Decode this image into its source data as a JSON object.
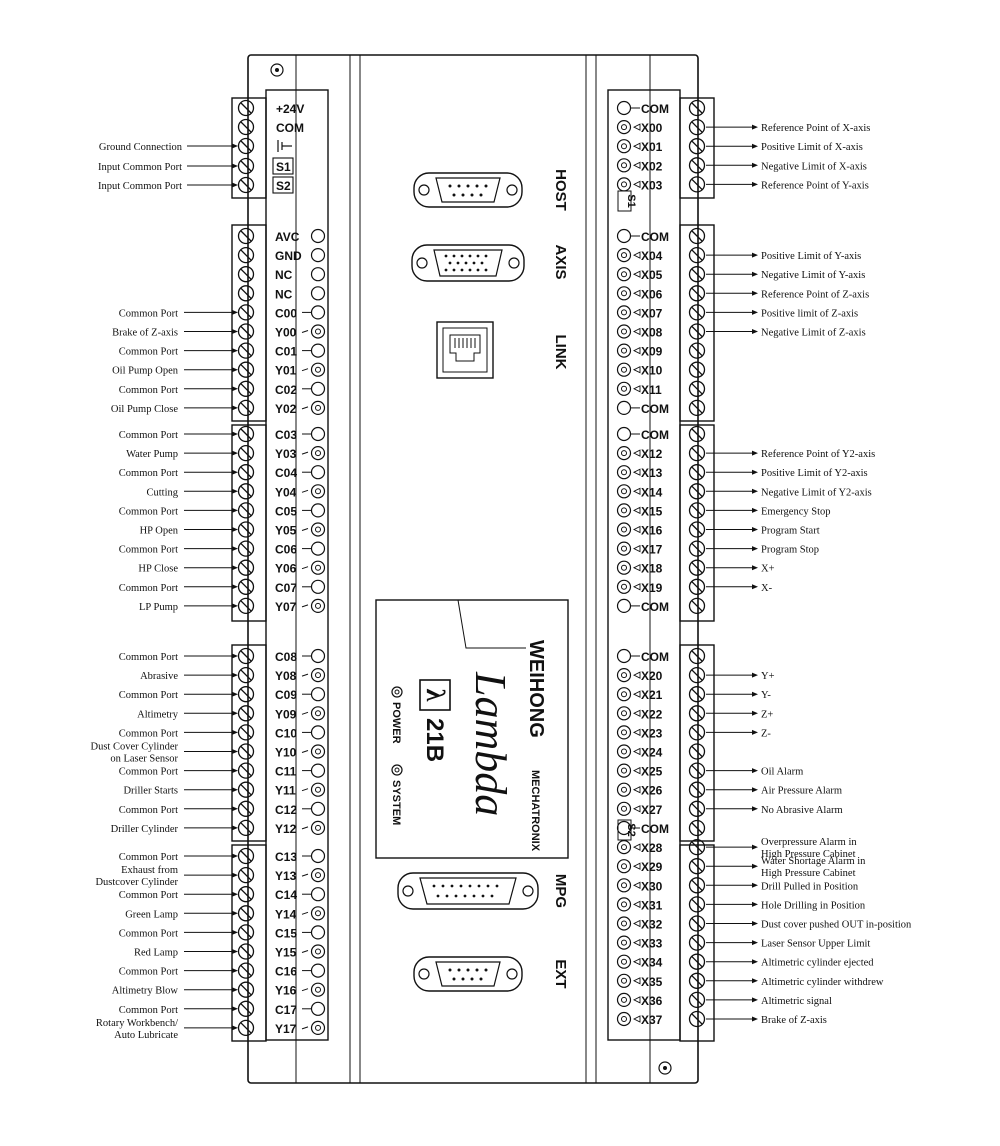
{
  "device": {
    "brand": "WEIHONG",
    "product": "Lambda",
    "lambda_symbol": "λ",
    "model": "21B",
    "maker": "MECHATRONIX",
    "power_led": "POWER",
    "system_led": "SYSTEM"
  },
  "connectors": {
    "host": "HOST",
    "axis": "AXIS",
    "link": "LINK",
    "mpg": "MPG",
    "ext": "EXT"
  },
  "left_top": {
    "terminals": [
      "+24V",
      "COM",
      "",
      "S1",
      "S2"
    ],
    "labels": [
      "",
      "",
      "Ground Connection",
      "Input Common Port",
      "Input Common Port"
    ]
  },
  "left_pins": [
    {
      "pin": "AVC",
      "label": ""
    },
    {
      "pin": "GND",
      "label": ""
    },
    {
      "pin": "NC",
      "label": ""
    },
    {
      "pin": "NC",
      "label": ""
    },
    {
      "pin": "C00",
      "label": "Common Port"
    },
    {
      "pin": "Y00",
      "label": "Brake of Z-axis"
    },
    {
      "pin": "C01",
      "label": "Common Port"
    },
    {
      "pin": "Y01",
      "label": "Oil Pump Open"
    },
    {
      "pin": "C02",
      "label": "Common Port"
    },
    {
      "pin": "Y02",
      "label": "Oil Pump Close"
    },
    {
      "pin": "C03",
      "label": "Common Port"
    },
    {
      "pin": "Y03",
      "label": "Water Pump"
    },
    {
      "pin": "C04",
      "label": "Common Port"
    },
    {
      "pin": "Y04",
      "label": "Cutting"
    },
    {
      "pin": "C05",
      "label": "Common Port"
    },
    {
      "pin": "Y05",
      "label": "HP Open"
    },
    {
      "pin": "C06",
      "label": "Common Port"
    },
    {
      "pin": "Y06",
      "label": "HP Close"
    },
    {
      "pin": "C07",
      "label": "Common Port"
    },
    {
      "pin": "Y07",
      "label": "LP Pump"
    },
    {
      "pin": "C08",
      "label": "Common Port"
    },
    {
      "pin": "Y08",
      "label": "Abrasive"
    },
    {
      "pin": "C09",
      "label": "Common Port"
    },
    {
      "pin": "Y09",
      "label": "Altimetry"
    },
    {
      "pin": "C10",
      "label": "Common Port"
    },
    {
      "pin": "Y10",
      "label": "Dust Cover Cylinder\non Laser Sensor"
    },
    {
      "pin": "C11",
      "label": "Common Port"
    },
    {
      "pin": "Y11",
      "label": "Driller Starts"
    },
    {
      "pin": "C12",
      "label": "Common Port"
    },
    {
      "pin": "Y12",
      "label": "Driller Cylinder"
    },
    {
      "pin": "C13",
      "label": "Common Port"
    },
    {
      "pin": "Y13",
      "label": "Exhaust from\nDustcover Cylinder"
    },
    {
      "pin": "C14",
      "label": "Common Port"
    },
    {
      "pin": "Y14",
      "label": "Green Lamp"
    },
    {
      "pin": "C15",
      "label": "Common Port"
    },
    {
      "pin": "Y15",
      "label": "Red Lamp"
    },
    {
      "pin": "C16",
      "label": "Common Port"
    },
    {
      "pin": "Y16",
      "label": "Altimetry Blow"
    },
    {
      "pin": "C17",
      "label": "Common Port"
    },
    {
      "pin": "Y17",
      "label": "Rotary Workbench/\nAuto Lubricate"
    }
  ],
  "right_group_tags": [
    "S1",
    "S2"
  ],
  "right_pins": [
    {
      "pin": "COM",
      "label": ""
    },
    {
      "pin": "X00",
      "label": "Reference Point of X-axis"
    },
    {
      "pin": "X01",
      "label": "Positive Limit of X-axis"
    },
    {
      "pin": "X02",
      "label": "Negative Limit of X-axis"
    },
    {
      "pin": "X03",
      "label": "Reference Point of Y-axis"
    },
    {
      "pin": "COM",
      "label": ""
    },
    {
      "pin": "X04",
      "label": "Positive Limit of Y-axis"
    },
    {
      "pin": "X05",
      "label": "Negative Limit of Y-axis"
    },
    {
      "pin": "X06",
      "label": "Reference Point of Z-axis"
    },
    {
      "pin": "X07",
      "label": "Positive limit of Z-axis"
    },
    {
      "pin": "X08",
      "label": "Negative Limit of Z-axis"
    },
    {
      "pin": "X09",
      "label": ""
    },
    {
      "pin": "X10",
      "label": ""
    },
    {
      "pin": "X11",
      "label": ""
    },
    {
      "pin": "COM",
      "label": ""
    },
    {
      "pin": "COM",
      "label": ""
    },
    {
      "pin": "X12",
      "label": "Reference Point of Y2-axis"
    },
    {
      "pin": "X13",
      "label": "Positive Limit of Y2-axis"
    },
    {
      "pin": "X14",
      "label": "Negative Limit of Y2-axis"
    },
    {
      "pin": "X15",
      "label": "Emergency Stop"
    },
    {
      "pin": "X16",
      "label": "Program Start"
    },
    {
      "pin": "X17",
      "label": "Program Stop"
    },
    {
      "pin": "X18",
      "label": "X+"
    },
    {
      "pin": "X19",
      "label": "X-"
    },
    {
      "pin": "COM",
      "label": ""
    },
    {
      "pin": "COM",
      "label": ""
    },
    {
      "pin": "X20",
      "label": "Y+"
    },
    {
      "pin": "X21",
      "label": "Y-"
    },
    {
      "pin": "X22",
      "label": "Z+"
    },
    {
      "pin": "X23",
      "label": "Z-"
    },
    {
      "pin": "X24",
      "label": ""
    },
    {
      "pin": "X25",
      "label": "Oil Alarm"
    },
    {
      "pin": "X26",
      "label": "Air Pressure Alarm"
    },
    {
      "pin": "X27",
      "label": "No Abrasive Alarm"
    },
    {
      "pin": "COM",
      "label": ""
    },
    {
      "pin": "X28",
      "label": "Overpressure Alarm in\nHigh Pressure Cabinet"
    },
    {
      "pin": "X29",
      "label": "Water Shortage Alarm in\nHigh Pressure Cabinet"
    },
    {
      "pin": "X30",
      "label": "Drill Pulled in Position"
    },
    {
      "pin": "X31",
      "label": "Hole Drilling in Position"
    },
    {
      "pin": "X32",
      "label": "Dust cover pushed OUT in-position"
    },
    {
      "pin": "X33",
      "label": "Laser Sensor Upper Limit"
    },
    {
      "pin": "X34",
      "label": "Altimetric cylinder ejected"
    },
    {
      "pin": "X35",
      "label": "Altimetric cylinder withdrew"
    },
    {
      "pin": "X36",
      "label": "Altimetric signal"
    },
    {
      "pin": "X37",
      "label": "Brake of Z-axis"
    }
  ]
}
